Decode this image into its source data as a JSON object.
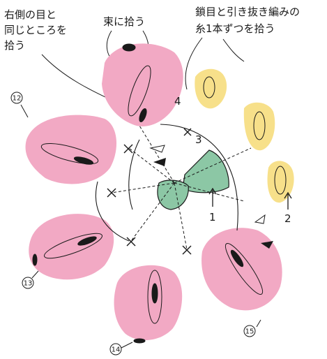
{
  "annotations": {
    "right_side_line1": "右側の目と",
    "right_side_line2": "同じところを",
    "right_side_line3": "拾う",
    "bundle": "束に拾う",
    "chain_line1": "鎖目と引き抜き編みの",
    "chain_line2": "糸1本ずつを拾う"
  },
  "round_labels": {
    "r1": "1",
    "r2": "2",
    "r3": "3",
    "r4": "4"
  },
  "petal_labels": {
    "p12": "12",
    "p13": "13",
    "p14": "14",
    "p15": "15"
  },
  "colors": {
    "petal_pink": "#f2a9c4",
    "center_green": "#8cc7a5",
    "chain_yellow": "#f7e08a",
    "ink": "#1a1a1a"
  }
}
